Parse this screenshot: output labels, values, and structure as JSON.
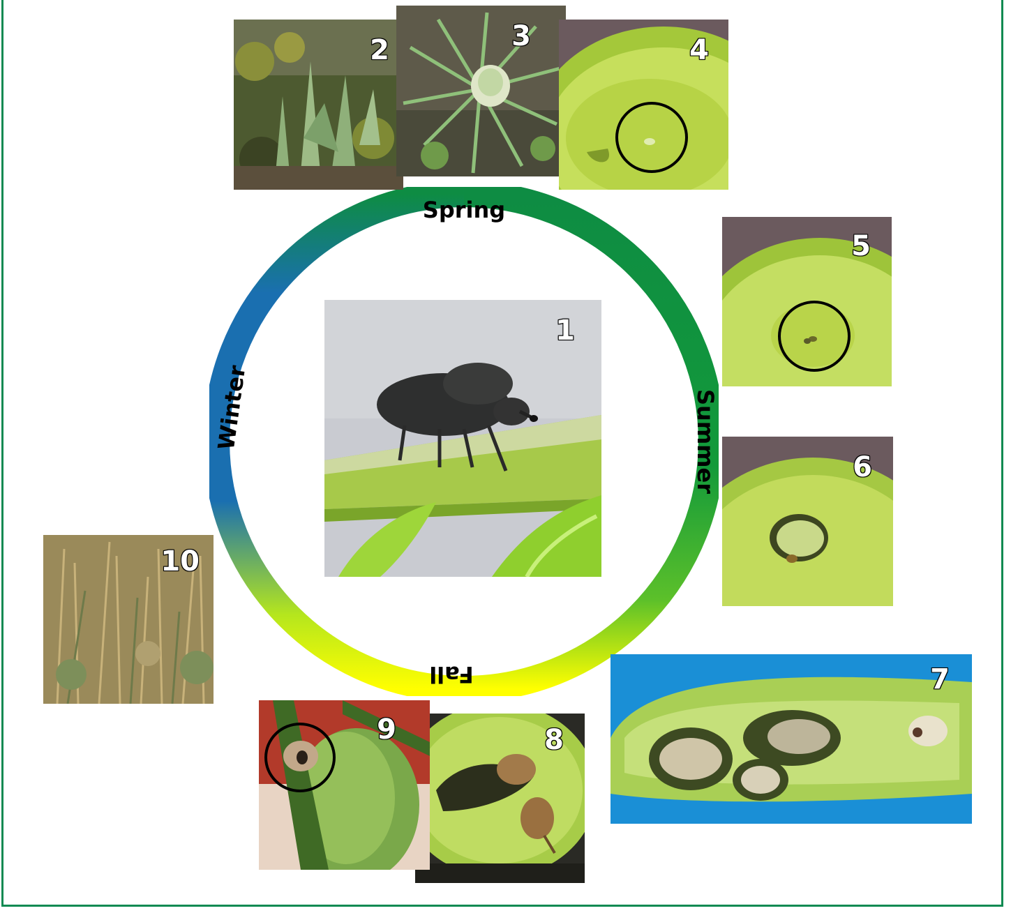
{
  "seasons": {
    "spring": "Spring",
    "summer": "Summer",
    "fall": "Fall",
    "winter": "Winter"
  },
  "colors": {
    "border": "#0f8a52",
    "spring": "#0e8c43",
    "summer": "#139a3a",
    "fall": "#ffff00",
    "winter": "#1a6fb0"
  },
  "panels": [
    {
      "number": "1",
      "subject": "weevil-adult"
    },
    {
      "number": "2",
      "subject": "host-plant-rosettes"
    },
    {
      "number": "3",
      "subject": "plant-bud"
    },
    {
      "number": "4",
      "subject": "egg-in-stem"
    },
    {
      "number": "5",
      "subject": "egg-closeup"
    },
    {
      "number": "6",
      "subject": "larva-in-stem"
    },
    {
      "number": "7",
      "subject": "larvae-and-pupae"
    },
    {
      "number": "8",
      "subject": "adult-weevils-emerging"
    },
    {
      "number": "9",
      "subject": "exit-hole"
    },
    {
      "number": "10",
      "subject": "senesced-plants"
    }
  ]
}
